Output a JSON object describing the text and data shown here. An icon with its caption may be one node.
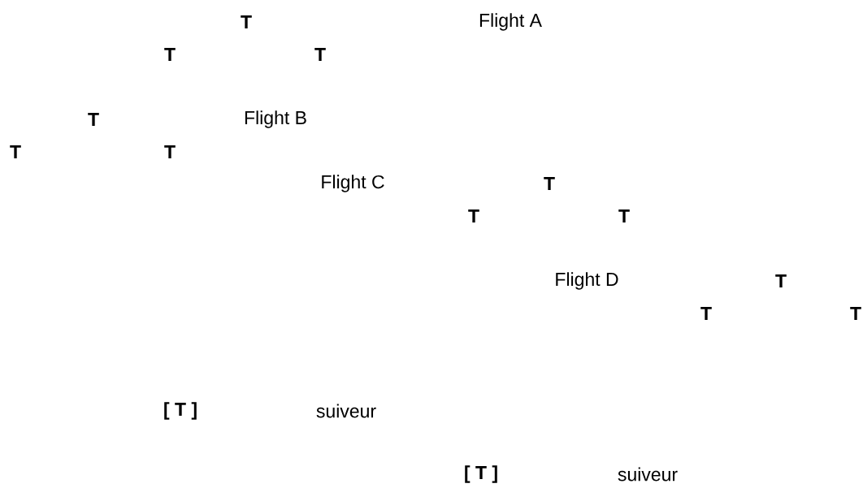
{
  "diagram": {
    "labels": [
      "T",
      "Flight A",
      "T",
      "T",
      "T",
      "Flight B",
      "T",
      "T",
      "Flight C",
      "T",
      "T",
      "T",
      "Flight D",
      "T",
      "T",
      "T",
      "[ T ]",
      "suiveur",
      "[ T ]",
      "suiveur"
    ]
  }
}
